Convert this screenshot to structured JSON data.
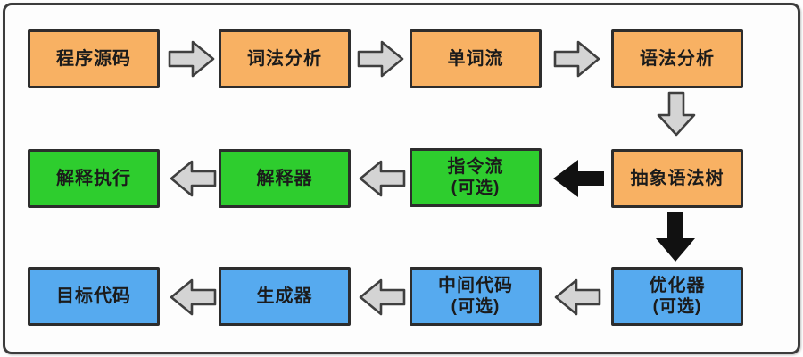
{
  "colors": {
    "orange": "#F8B163",
    "green": "#2ECD2E",
    "blue": "#56AAEF",
    "arrow-fill": "#D4D4D4",
    "arrow-stroke": "#3F3F3F",
    "arrow-black": "#111111"
  },
  "nodes": {
    "source_code": {
      "label": "程序源码"
    },
    "lexical_analysis": {
      "label": "词法分析"
    },
    "token_stream": {
      "label": "单词流"
    },
    "syntax_analysis": {
      "label": "语法分析"
    },
    "ast": {
      "label": "抽象语法树"
    },
    "instruction_stream": {
      "label": "指令流",
      "sublabel": "(可选)"
    },
    "interpreter": {
      "label": "解释器"
    },
    "interpret_execute": {
      "label": "解释执行"
    },
    "optimizer": {
      "label": "优化器",
      "sublabel": "(可选)"
    },
    "intermediate_code": {
      "label": "中间代码",
      "sublabel": "(可选)"
    },
    "generator": {
      "label": "生成器"
    },
    "target_code": {
      "label": "目标代码"
    }
  },
  "edges": [
    {
      "from": "程序源码",
      "to": "词法分析",
      "style": "gray"
    },
    {
      "from": "词法分析",
      "to": "单词流",
      "style": "gray"
    },
    {
      "from": "单词流",
      "to": "语法分析",
      "style": "gray"
    },
    {
      "from": "语法分析",
      "to": "抽象语法树",
      "style": "gray"
    },
    {
      "from": "抽象语法树",
      "to": "指令流 (可选)",
      "style": "black"
    },
    {
      "from": "指令流 (可选)",
      "to": "解释器",
      "style": "gray"
    },
    {
      "from": "解释器",
      "to": "解释执行",
      "style": "gray"
    },
    {
      "from": "抽象语法树",
      "to": "优化器 (可选)",
      "style": "black"
    },
    {
      "from": "优化器 (可选)",
      "to": "中间代码 (可选)",
      "style": "gray"
    },
    {
      "from": "中间代码 (可选)",
      "to": "生成器",
      "style": "gray"
    },
    {
      "from": "生成器",
      "to": "目标代码",
      "style": "gray"
    }
  ]
}
